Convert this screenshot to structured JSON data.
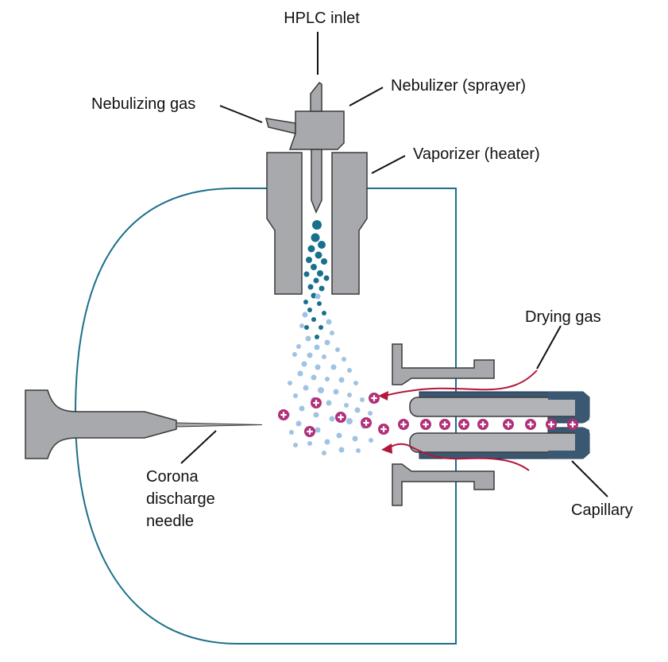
{
  "labels": {
    "hplc_inlet": "HPLC inlet",
    "nebulizer": "Nebulizer (sprayer)",
    "nebulizing_gas": "Nebulizing gas",
    "vaporizer": "Vaporizer (heater)",
    "drying_gas": "Drying gas",
    "corona_line1": "Corona",
    "corona_line2": "discharge",
    "corona_line3": "needle",
    "capillary": "Capillary"
  },
  "colors": {
    "metal_fill": "#a7a9ac",
    "metal_stroke": "#3a3a3a",
    "circuit_line": "#1d6f8a",
    "droplet_dark": "#17708c",
    "droplet_light": "#9fc3e3",
    "ion": "#b0307a",
    "arrow": "#b0173a",
    "capillary_jacket": "#3b5873"
  },
  "icons": {
    "ion_symbol": "plus-in-circle",
    "arrow_head": "triangle"
  }
}
